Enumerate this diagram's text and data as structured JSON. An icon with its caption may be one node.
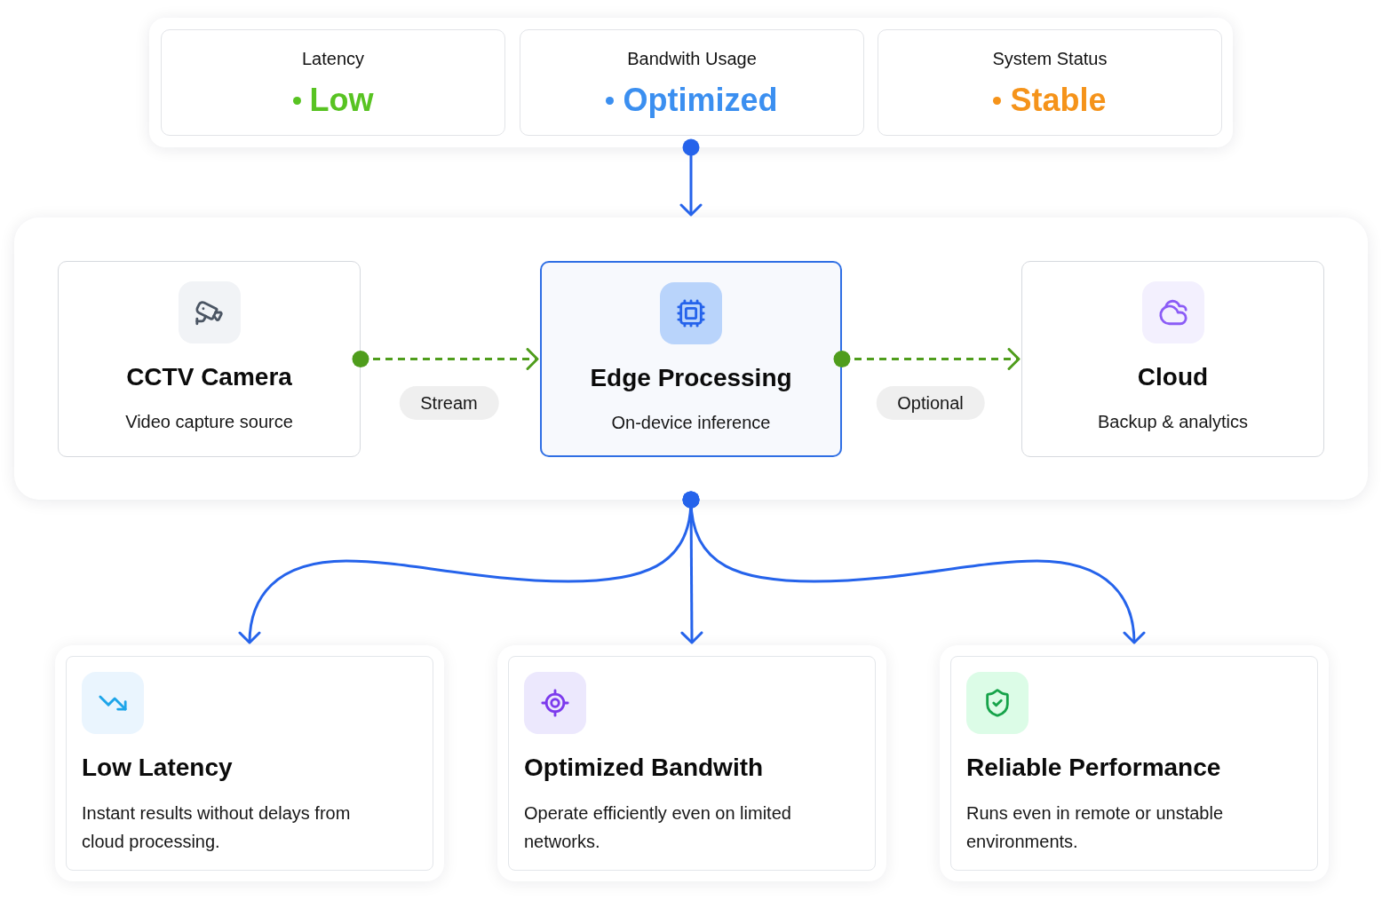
{
  "diagram": {
    "nodes": [
      {
        "text": [],
        "shape": "box"
      },
      {
        "text": [
          "Latency",
          "Low"
        ],
        "in": 0
      },
      {
        "text": [
          "Bandwith Usage",
          "Optimized"
        ],
        "in": 0
      },
      {
        "text": [
          "System Status",
          "Stable"
        ],
        "in": 0
      },
      {
        "text": [],
        "shape": "box"
      },
      {
        "text": [
          "CCTV Camera",
          "Video capture source"
        ],
        "in": 4
      },
      {
        "text": [
          "Edge Processing",
          "On-device inference"
        ],
        "in": 4
      },
      {
        "text": [
          "Cloud",
          "Backup & analytics"
        ],
        "in": 4
      },
      {
        "text": [
          "Low Latency",
          "Instant results without delays from cloud processing."
        ]
      },
      {
        "text": [
          "Optimized Bandwith",
          "Operate efficiently even on limited networks."
        ]
      },
      {
        "text": [
          "Reliable Performance",
          "Runs even in remote or unstable environments."
        ]
      }
    ],
    "edges": [
      {
        "from": 0,
        "to": 4,
        "arrow": "to"
      },
      {
        "from": 5,
        "to": 6,
        "arrow": "to",
        "label": "Stream",
        "style": "dashed",
        "color": "#4f9d1c"
      },
      {
        "from": 6,
        "to": 7,
        "arrow": "to",
        "label": "Optional",
        "style": "dashed",
        "color": "#4f9d1c"
      },
      {
        "from": 4,
        "to": 8,
        "arrow": "to"
      },
      {
        "from": 4,
        "to": 9,
        "arrow": "to"
      },
      {
        "from": 4,
        "to": 10,
        "arrow": "to"
      }
    ]
  }
}
